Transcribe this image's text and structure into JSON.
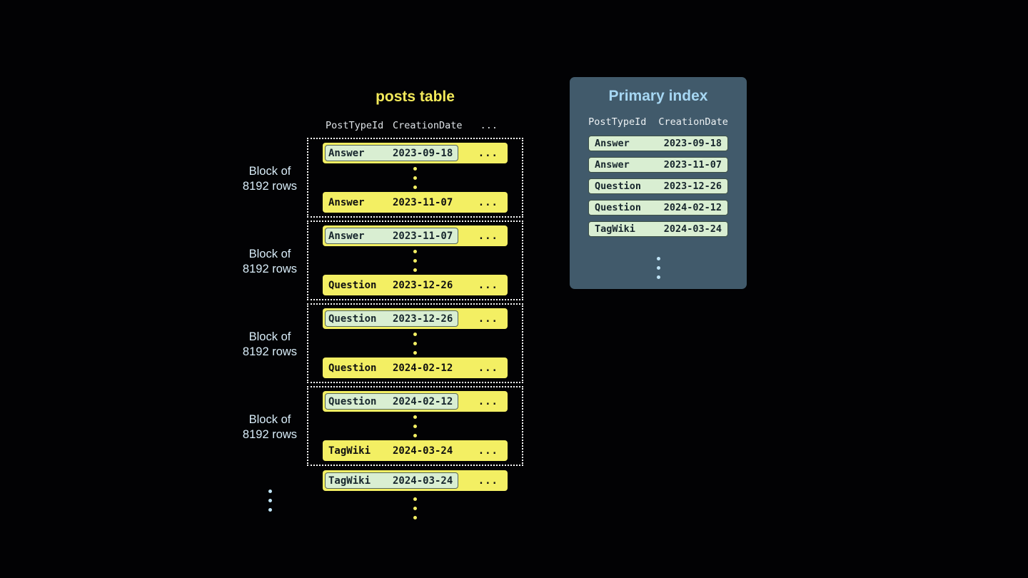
{
  "colors": {
    "background": "#020204",
    "row_yellow": "#f3ef63",
    "index_mint": "#d9eed2",
    "panel_slate": "#415a6b",
    "accent_blue": "#a6d7f3",
    "title_yellow": "#f3ea5a"
  },
  "posts_table": {
    "title": "posts table",
    "columns": [
      "PostTypeId",
      "CreationDate"
    ],
    "columns_ellipsis": "...",
    "row_ellipsis": "...",
    "blocks": [
      {
        "label": [
          "Block of",
          "8192 rows"
        ],
        "first_row": {
          "PostTypeId": "Answer",
          "CreationDate": "2023-09-18"
        },
        "last_row": {
          "PostTypeId": "Answer",
          "CreationDate": "2023-11-07"
        }
      },
      {
        "label": [
          "Block of",
          "8192 rows"
        ],
        "first_row": {
          "PostTypeId": "Answer",
          "CreationDate": "2023-11-07"
        },
        "last_row": {
          "PostTypeId": "Question",
          "CreationDate": "2023-12-26"
        }
      },
      {
        "label": [
          "Block of",
          "8192 rows"
        ],
        "first_row": {
          "PostTypeId": "Question",
          "CreationDate": "2023-12-26"
        },
        "last_row": {
          "PostTypeId": "Question",
          "CreationDate": "2024-02-12"
        }
      },
      {
        "label": [
          "Block of",
          "8192 rows"
        ],
        "first_row": {
          "PostTypeId": "Question",
          "CreationDate": "2024-02-12"
        },
        "last_row": {
          "PostTypeId": "TagWiki",
          "CreationDate": "2024-03-24"
        }
      }
    ],
    "overflow_row": {
      "PostTypeId": "TagWiki",
      "CreationDate": "2024-03-24"
    }
  },
  "primary_index": {
    "title": "Primary index",
    "columns": [
      "PostTypeId",
      "CreationDate"
    ],
    "rows": [
      {
        "PostTypeId": "Answer",
        "CreationDate": "2023-09-18"
      },
      {
        "PostTypeId": "Answer",
        "CreationDate": "2023-11-07"
      },
      {
        "PostTypeId": "Question",
        "CreationDate": "2023-12-26"
      },
      {
        "PostTypeId": "Question",
        "CreationDate": "2024-02-12"
      },
      {
        "PostTypeId": "TagWiki",
        "CreationDate": "2024-03-24"
      }
    ]
  }
}
